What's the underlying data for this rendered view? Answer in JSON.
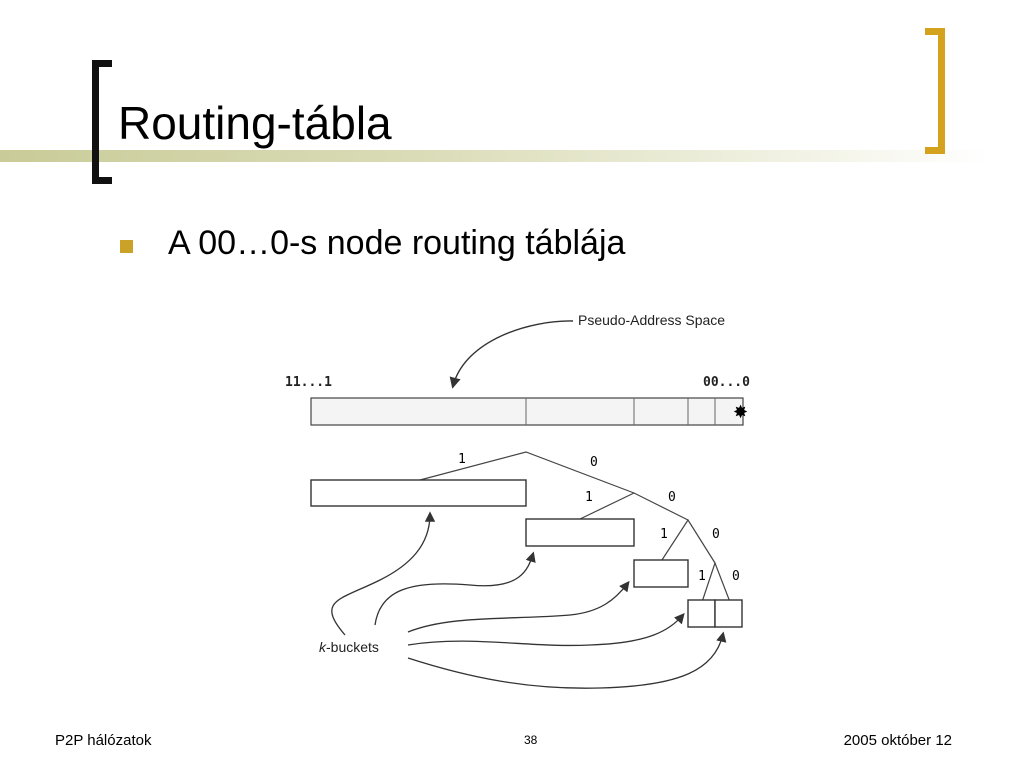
{
  "slide": {
    "title": "Routing-tábla",
    "bullet": "A 00…0-s node routing táblája"
  },
  "diagram": {
    "label_pseudo_space": "Pseudo-Address Space",
    "label_left_addr": "11...1",
    "label_right_addr": "00...0",
    "label_kbuckets_italic": "k",
    "label_kbuckets_rest": "-buckets",
    "edge_labels": {
      "l1_one": "1",
      "l1_zero": "0",
      "l2_one": "1",
      "l2_zero": "0",
      "l3_one": "1",
      "l3_zero": "0",
      "l4_one": "1",
      "l4_zero": "0"
    }
  },
  "footer": {
    "left": "P2P hálózatok",
    "page_number": "38",
    "right": "2005 október 12"
  },
  "colors": {
    "accent_gold": "#d4a21c",
    "bullet": "#c9a227",
    "title_bar": "#c9cc98"
  }
}
